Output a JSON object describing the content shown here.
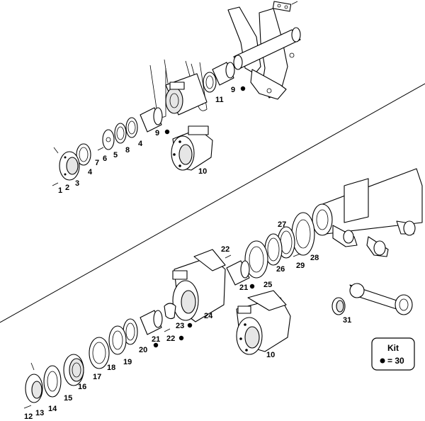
{
  "labels": {
    "l1": "1",
    "l2": "2",
    "l3": "3",
    "l4a": "4",
    "l4b": "4",
    "l5": "5",
    "l6": "6",
    "l7": "7",
    "l8": "8",
    "l9a": "9",
    "l9b": "9",
    "l10a": "10",
    "l10b": "10",
    "l11": "11",
    "l12": "12",
    "l13": "13",
    "l14": "14",
    "l15": "15",
    "l16": "16",
    "l17": "17",
    "l18": "18",
    "l19": "19",
    "l20": "20",
    "l21a": "21",
    "l21b": "21",
    "l22a": "22",
    "l22b": "22",
    "l23": "23",
    "l24": "24",
    "l25": "25",
    "l26": "26",
    "l27": "27",
    "l28": "28",
    "l29": "29",
    "l31": "31"
  },
  "kit": {
    "title": "Kit",
    "legend": "= 30"
  }
}
